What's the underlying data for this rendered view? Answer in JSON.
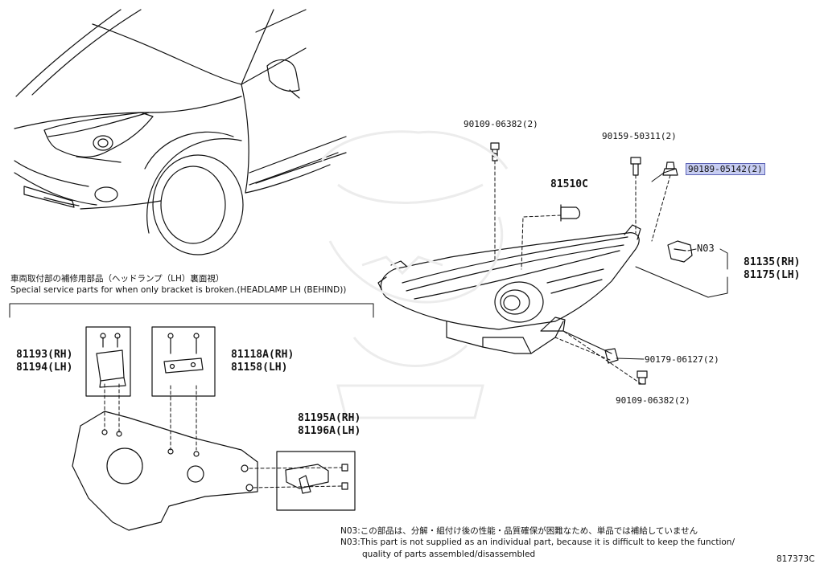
{
  "header_note": {
    "jp": "車両取付部の補修用部品（ヘッドランプ（LH）裏面視）",
    "en": "Special service parts for when only bracket is broken.(HEADLAMP LH (BEHIND))"
  },
  "parts": {
    "p_90109_top": "90109-06382(2)",
    "p_90159": "90159-50311(2)",
    "p_90189": "90189-05142(2)",
    "p_81510c": "81510C",
    "p_n03": "N03",
    "p_81135": "81135(RH)",
    "p_81175": "81175(LH)",
    "p_90179": "90179-06127(2)",
    "p_90109_bottom": "90109-06382(2)",
    "p_81193": "81193(RH)",
    "p_81194": "81194(LH)",
    "p_81118a": "81118A(RH)",
    "p_81158": "81158(LH)",
    "p_81195a": "81195A(RH)",
    "p_81196a": "81196A(LH)"
  },
  "highlight_color": "#c7cdf2",
  "footnote": {
    "jp": "N03:この部品は、分解・組付け後の性能・品質確保が困難なため、単品では補給していません",
    "en1": "N03:This part is not supplied as an individual part, because it is difficult to keep the function/",
    "en2": "quality of parts assembled/disassembled"
  },
  "diagram_code": "817373C"
}
